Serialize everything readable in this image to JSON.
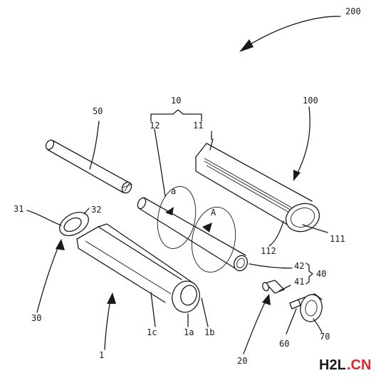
{
  "labels": {
    "assembly": "200",
    "unit": "10",
    "part_12": "12",
    "part_11": "11",
    "part_50": "50",
    "part_100": "100",
    "part_31": "31",
    "part_32": "32",
    "direction_a": "a",
    "direction_A": "A",
    "part_111": "111",
    "part_112": "112",
    "part_42": "42",
    "part_40": "40",
    "part_41": "41",
    "part_30": "30",
    "part_1c": "1c",
    "part_1a": "1a",
    "part_1b": "1b",
    "part_20": "20",
    "part_60": "60",
    "part_70": "70",
    "part_1": "1"
  },
  "watermark": {
    "prefix": "H2L",
    "suffix": ".CN"
  }
}
